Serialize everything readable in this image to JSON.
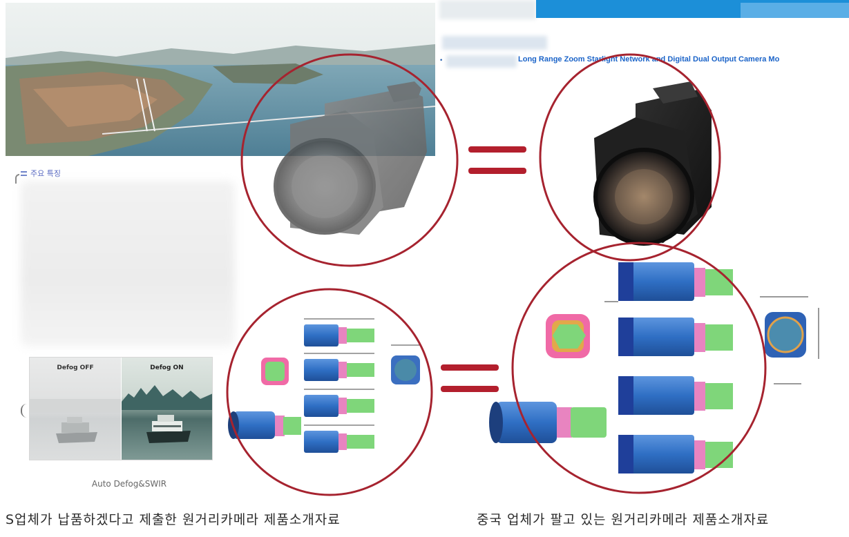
{
  "feature_section": {
    "label": "주요 특징",
    "icon": "list-icon"
  },
  "defog": {
    "off_label": "Defog OFF",
    "on_label": "Defog ON",
    "caption": "Auto Defog&SWIR"
  },
  "product_page": {
    "title": "Long Range Zoom Starlight Network and Digital Dual Output Camera Mo",
    "bullet": "•"
  },
  "captions": {
    "left": "S업체가 납품하겠다고 제출한 원거리카메라 제품소개자료",
    "right": "중국 업체가 팔고 있는 원거리카메라 제품소개자료"
  },
  "equals_sign": "=",
  "colors": {
    "circle": "#a6232f",
    "equals": "#b31f2d",
    "link_blue": "#1a63c8",
    "header_blue": "#1c8fd8",
    "drawing_blue": "#2f6fc4",
    "drawing_green": "#7fd67a",
    "drawing_pink": "#e884c0"
  }
}
